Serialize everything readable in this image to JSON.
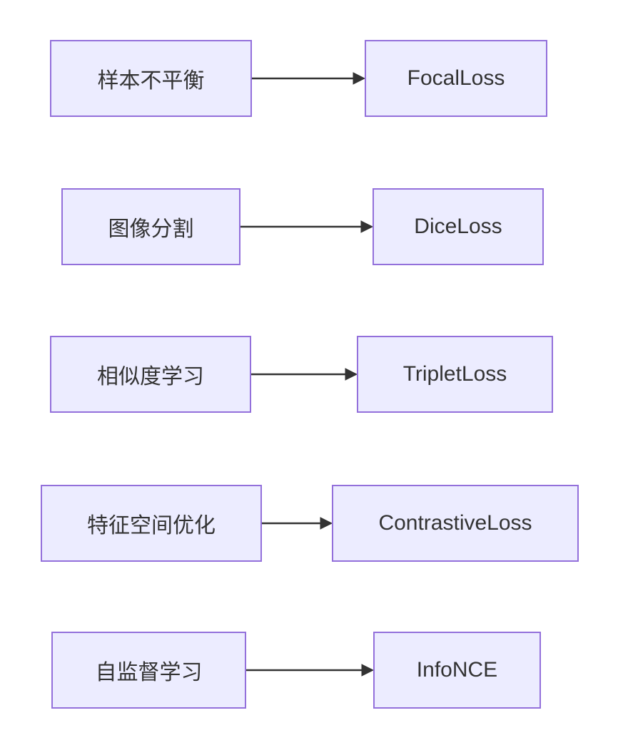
{
  "diagram": {
    "type": "flowchart",
    "direction": "left-to-right",
    "background_color": "#ffffff",
    "node_fill_color": "#ECECFF",
    "node_border_color": "#9370DB",
    "arrow_color": "#333333",
    "text_color": "#333333",
    "rows": [
      {
        "source": "样本不平衡",
        "target": "FocalLoss"
      },
      {
        "source": "图像分割",
        "target": "DiceLoss"
      },
      {
        "source": "相似度学习",
        "target": "TripletLoss"
      },
      {
        "source": "特征空间优化",
        "target": "ContrastiveLoss"
      },
      {
        "source": "自监督学习",
        "target": "InfoNCE"
      }
    ]
  }
}
